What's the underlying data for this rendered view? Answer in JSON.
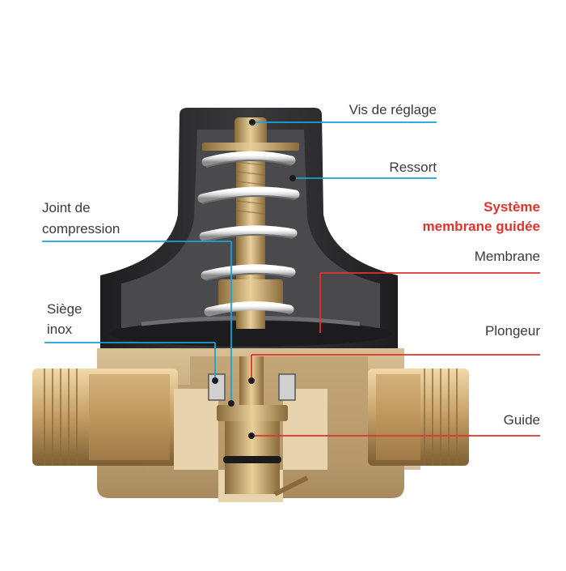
{
  "labels": {
    "vis_reglage": "Vis de réglage",
    "ressort": "Ressort",
    "systeme_l1": "Système",
    "systeme_l2": "membrane guidée",
    "membrane": "Membrane",
    "plongeur": "Plongeur",
    "guide": "Guide",
    "joint_l1": "Joint de",
    "joint_l2": "compression",
    "siege_l1": "Siège",
    "siege_l2": "inox"
  },
  "colors": {
    "leader_blue": "#1aa3d6",
    "leader_red": "#e2332b",
    "text": "#3a3a3a",
    "highlight": "#e2332b",
    "cap": "#2b2b2d",
    "brass": "#c9a36a",
    "brass_dark": "#8a6a3a",
    "spring": "#e6e6e6"
  }
}
